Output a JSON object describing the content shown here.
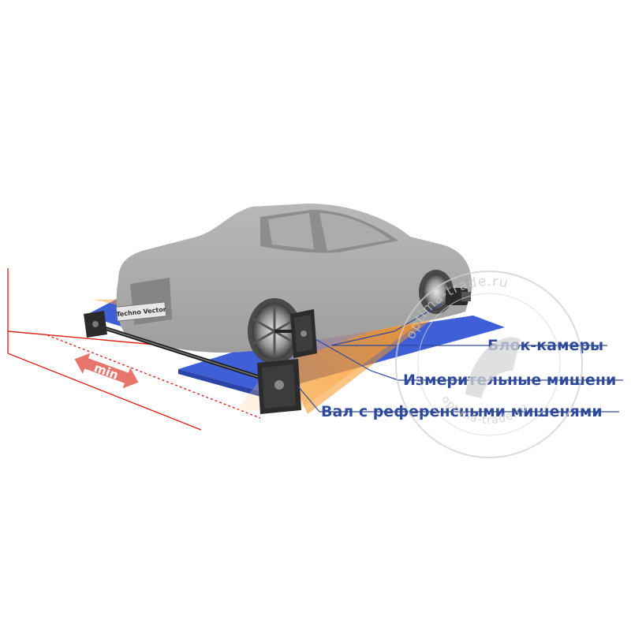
{
  "labels": {
    "camera_block": "Блок-камеры",
    "measuring_targets": "Измерительные мишени",
    "reference_shaft": "Вал с референсными мишенями"
  },
  "min_arrow": "min",
  "license_plate": "Techno Vector",
  "watermark": {
    "outer": "optima-trade.ru",
    "inner": "optima-trade.ru"
  },
  "colors": {
    "car_body": "#a9a9a9",
    "platform": "#3f5fd6",
    "beam_orange": "#f7941d",
    "label_blue": "#2f4a9a",
    "measure_red": "#e0261b",
    "min_arrow": "#e8756b"
  },
  "icons": [
    "car-icon",
    "wheel-icon",
    "target-icon",
    "camera-icon",
    "watermark-logo-icon"
  ]
}
